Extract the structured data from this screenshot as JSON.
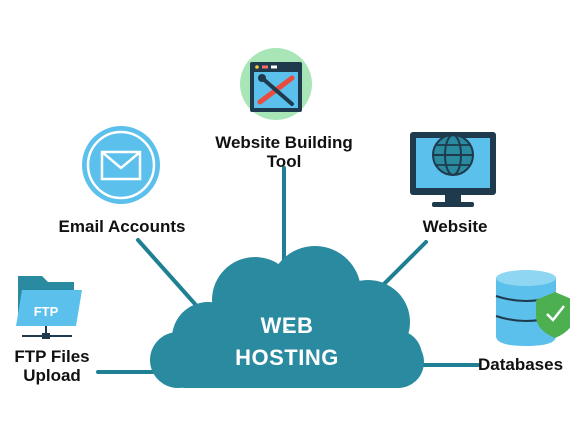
{
  "center": {
    "line1": "WEB",
    "line2": "HOSTING"
  },
  "nodes": {
    "tool": {
      "line1": "Website Building",
      "line2": "Tool",
      "icon": "tools-window-icon"
    },
    "email": {
      "label": "Email Accounts",
      "icon": "email-envelope-icon"
    },
    "website": {
      "label": "Website",
      "icon": "monitor-globe-icon"
    },
    "ftp": {
      "line1": "FTP Files",
      "line2": "Upload",
      "folder_text": "FTP",
      "icon": "ftp-folder-icon"
    },
    "databases": {
      "label": "Databases",
      "icon": "database-shield-icon"
    }
  },
  "colors": {
    "teal": "#1f7f93",
    "cloud": "#2a8aa0",
    "light_blue": "#5bc0eb",
    "green": "#a8e6b8",
    "shield": "#4caf50"
  }
}
